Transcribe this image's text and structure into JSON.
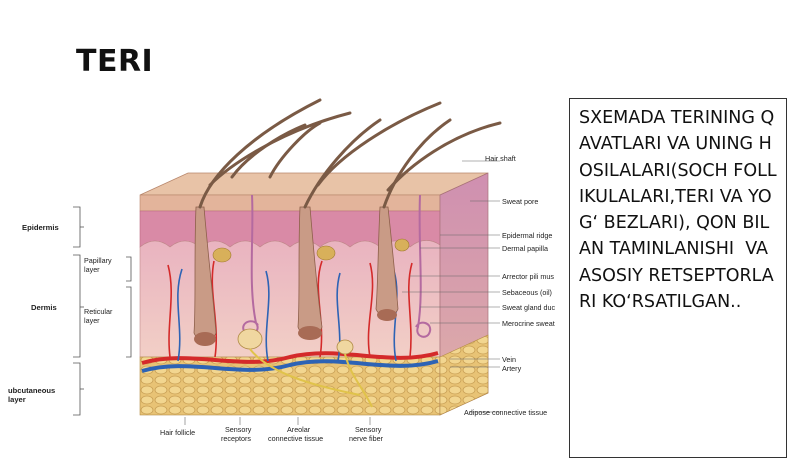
{
  "slide": {
    "title": "TERI",
    "description": "SXEMADA TERINING QAVATLARI VA UNING HOSILALARI(SOCH FOLLIKULALARI,TERI VA YOG‘ BEZLARI), QON BILAN TAMINLANISHI  VA ASOSIY RETSEPTORLARI KO‘RSATILGAN.."
  },
  "diagram": {
    "left_labels": {
      "epidermis": "Epidermis",
      "papillary_line1": "Papillary",
      "papillary_line2": "layer",
      "dermis": "Dermis",
      "reticular_line1": "Reticular",
      "reticular_line2": "layer",
      "subcutaneous_line1": "ubcutaneous",
      "subcutaneous_line2": "layer"
    },
    "right_labels": {
      "hair_shaft": "Hair shaft",
      "sweat_pore": "Sweat pore",
      "epidermal_ridge": "Epidermal ridge",
      "dermal_papilla": "Dermal papilla",
      "arrector_pili": "Arrector pili mus",
      "sebaceous": "Sebaceous (oil)",
      "sweat_gland_duct": "Sweat gland duc",
      "merocrine": "Merocrine sweat",
      "vein": "Vein",
      "artery": "Artery",
      "adipose": "Adipose connective tissue"
    },
    "bottom_labels": {
      "hair_follicle": "Hair follicle",
      "sensory_receptors_line1": "Sensory",
      "sensory_receptors_line2": "receptors",
      "areolar_line1": "Areolar",
      "areolar_line2": "connective tissue",
      "sensory_nerve_line1": "Sensory",
      "sensory_nerve_line2": "nerve fiber"
    },
    "colors": {
      "epidermis_top": "#e7c2a8",
      "papillary": "#d98aa6",
      "dermis": "#efc6c0",
      "adipose": "#e9c77c",
      "artery": "#d42a2a",
      "vein": "#2d63b5",
      "hair": "#7a5a45"
    }
  }
}
